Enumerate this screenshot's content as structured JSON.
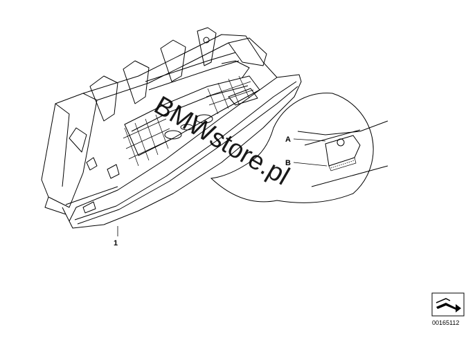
{
  "callouts": {
    "part_1": "1",
    "detail_a": "A",
    "detail_b": "B"
  },
  "watermark": "BMWstore.pl",
  "catalog_number": "00165112",
  "icons": {
    "nav": "arrow-nav-icon",
    "main": "glove-box-part-drawing",
    "detail": "detail-magnifier"
  },
  "colors": {
    "line": "#000000",
    "background": "#ffffff",
    "watermark": "#000000"
  }
}
